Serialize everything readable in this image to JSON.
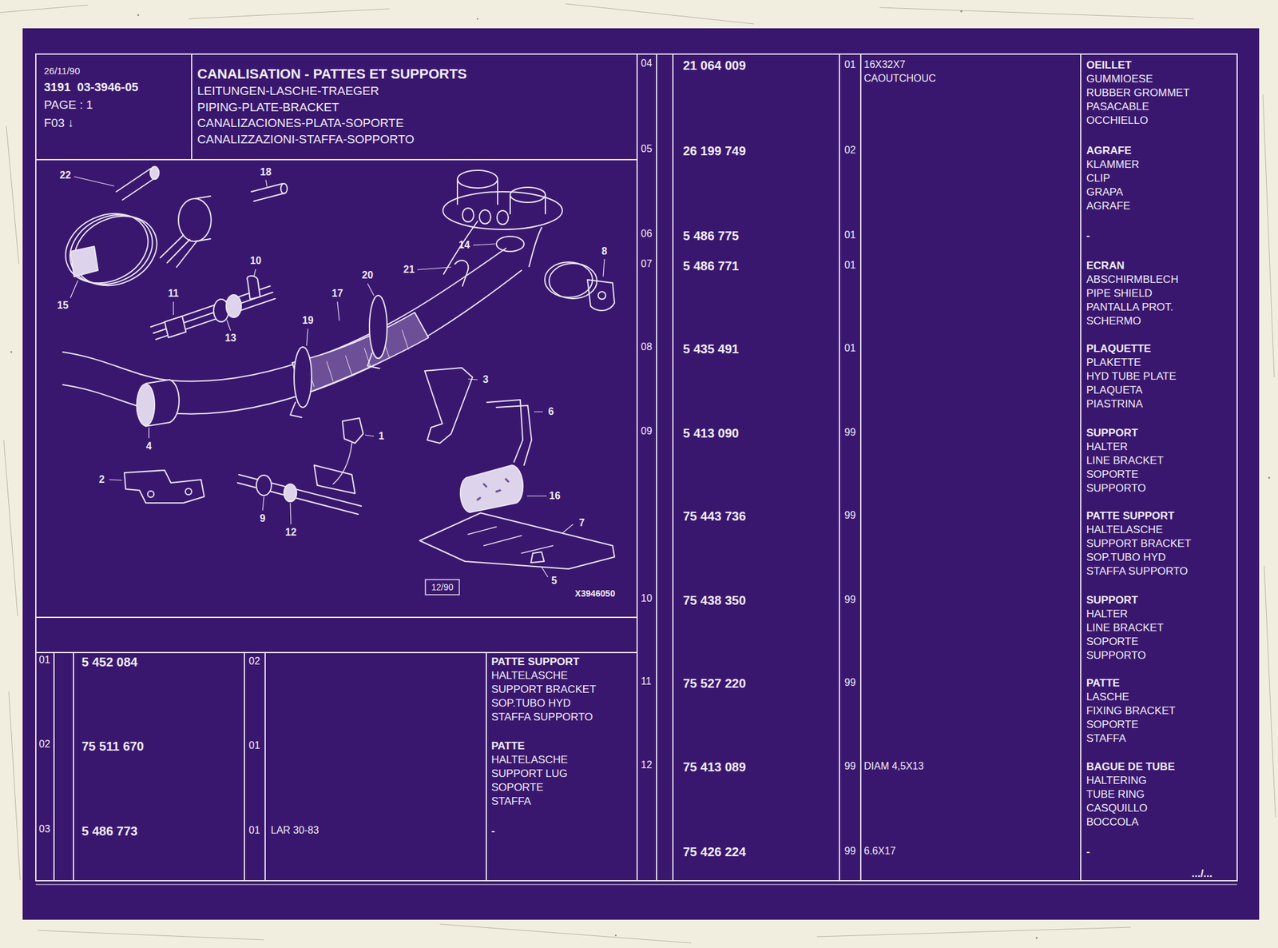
{
  "diagram": {
    "title": "CANALISATION - PATTES ET SUPPORTS",
    "nodes": [
      {
        "text": [
          "26/11/90",
          "3191  03-3946-05",
          "PAGE : 1",
          "F03 ↓"
        ]
      },
      {
        "text": [
          "LEITUNGEN-LASCHE-TRAEGER",
          "PIPING-PLATE-BRACKET",
          "CANALIZACIONES-PLATA-SOPORTE",
          "CANALIZZAZIONI-STAFFA-SOPPORTO"
        ]
      }
    ],
    "labels": [
      "22",
      "18",
      "10",
      "11",
      "13",
      "15",
      "17",
      "20",
      "21",
      "19",
      "14",
      "8",
      "3",
      "6",
      "4",
      "1",
      "2",
      "9",
      "12",
      "16",
      "7",
      "5",
      "12/90",
      "X3946050",
      "01",
      "5 452 084",
      "02",
      "PATTE SUPPORT",
      "HALTELASCHE",
      "SUPPORT BRACKET",
      "SOP.TUBO HYD",
      "STAFFA SUPPORTO",
      "02",
      "75 511 670",
      "01",
      "PATTE",
      "HALTELASCHE",
      "SUPPORT LUG",
      "SOPORTE",
      "STAFFA",
      "03",
      "5 486 773",
      "01",
      "LAR 30-83",
      "-",
      "04",
      "21 064 009",
      "01",
      "16X32X7",
      "CAOUTCHOUC",
      "OEILLET",
      "GUMMIOESE",
      "RUBBER GROMMET",
      "PASACABLE",
      "OCCHIELLO",
      "05",
      "26 199 749",
      "02",
      "AGRAFE",
      "KLAMMER",
      "CLIP",
      "GRAPA",
      "AGRAFE",
      "06",
      "5 486 775",
      "01",
      "-",
      "07",
      "5 486 771",
      "01",
      "ECRAN",
      "ABSCHIRMBLECH",
      "PIPE SHIELD",
      "PANTALLA PROT.",
      "SCHERMO",
      "08",
      "5 435 491",
      "01",
      "PLAQUETTE",
      "PLAKETTE",
      "HYD TUBE PLATE",
      "PLAQUETA",
      "PIASTRINA",
      "09",
      "5 413 090",
      "99",
      "SUPPORT",
      "HALTER",
      "LINE BRACKET",
      "SOPORTE",
      "SUPPORTO",
      "75 443 736",
      "99",
      "PATTE SUPPORT",
      "HALTELASCHE",
      "SUPPORT BRACKET",
      "SOP.TUBO HYD",
      "STAFFA SUPPORTO",
      "10",
      "75 438 350",
      "99",
      "SUPPORT",
      "HALTER",
      "LINE BRACKET",
      "SOPORTE",
      "SUPPORTO",
      "11",
      "75 527 220",
      "99",
      "PATTE",
      "LASCHE",
      "FIXING BRACKET",
      "SOPORTE",
      "STAFFA",
      "12",
      "75 413 089",
      "99",
      "DIAM 4,5X13",
      "BAGUE DE TUBE",
      "HALTERING",
      "TUBE RING",
      "CASQUILLO",
      "BOCCOLA",
      "75 426 224",
      "99",
      "6.6X17",
      "-",
      ".../..."
    ]
  }
}
